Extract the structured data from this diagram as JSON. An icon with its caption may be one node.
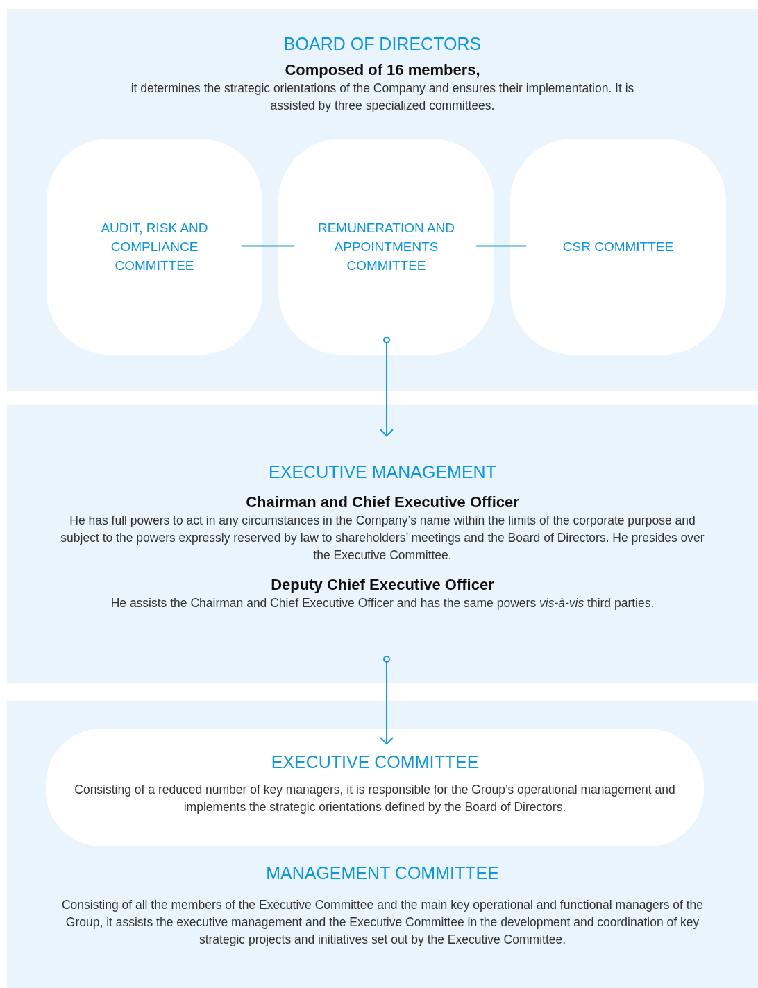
{
  "diagram": {
    "nodes": [
      {
        "text": [
          "BOARD OF DIRECTORS",
          "Composed of 16 members,",
          "it determines the strategic orientations of the Company and ensures their implementation. It is assisted by three specialized committees."
        ]
      },
      {
        "text": [
          "AUDIT, RISK AND COMPLIANCE COMMITTEE"
        ],
        "in": 0
      },
      {
        "text": [
          "REMUNERATION AND APPOINTMENTS COMMITTEE"
        ],
        "in": 0
      },
      {
        "text": [
          "CSR COMMITTEE"
        ],
        "in": 0
      },
      {
        "text": [
          "EXECUTIVE MANAGEMENT",
          "Chairman and Chief Executive Officer",
          "He has full powers to act in any circumstances in the Company’s name within the limits of the corporate purpose and subject to the powers expressly reserved by law to shareholders’ meetings and the Board of Directors. He presides over the Executive Committee.",
          "Deputy Chief Executive Officer",
          "He assists the Chairman and Chief Executive Officer and has the same powers *vis-à-vis* third parties."
        ]
      },
      {
        "text": [
          "MANAGEMENT COMMITTEE",
          "Consisting of all the members of the Executive Committee and the main key operational and functional managers of the Group, it assists the executive management and the Executive Committee in the development and coordination of key strategic projects and initiatives set out by the Executive Committee."
        ]
      },
      {
        "text": [
          "EXECUTIVE COMMITTEE",
          "Consisting of a reduced number of key managers, it is responsible for the Group’s operational management and implements the strategic orientations defined by the Board of Directors."
        ],
        "in": 5
      }
    ],
    "edges": [
      {
        "from": 1,
        "to": 2,
        "arrow": "none"
      },
      {
        "from": 2,
        "to": 3,
        "arrow": "none"
      },
      {
        "from": 2,
        "to": 4,
        "arrow": "to"
      },
      {
        "from": 4,
        "to": 6,
        "arrow": "to"
      }
    ]
  }
}
